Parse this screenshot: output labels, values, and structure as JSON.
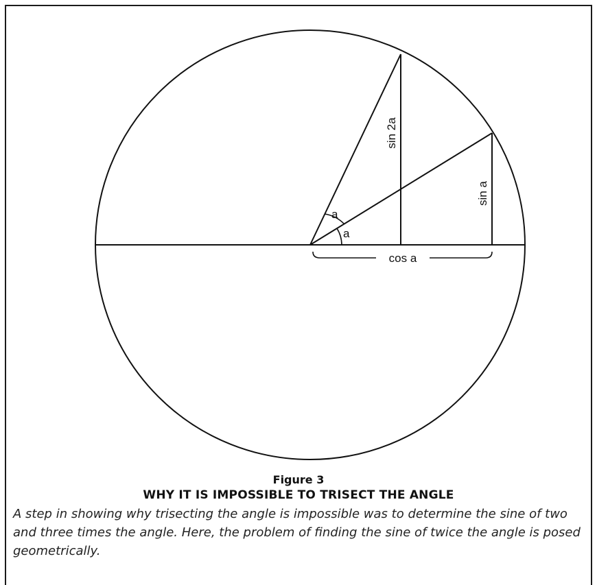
{
  "figure": {
    "number": "Figure 3",
    "title": "WHY IT IS IMPOSSIBLE TO TRISECT THE ANGLE",
    "caption": "A step in showing why trisecting the angle is impossible was to determine the sine of two and three times the angle. Here, the problem of finding the sine of twice the angle is posed geometrically."
  },
  "diagram": {
    "label_sin2a": "sin 2a",
    "label_sina": "sin a",
    "label_cosa": "cos a",
    "label_angle_upper": "a",
    "label_angle_lower": "a"
  }
}
